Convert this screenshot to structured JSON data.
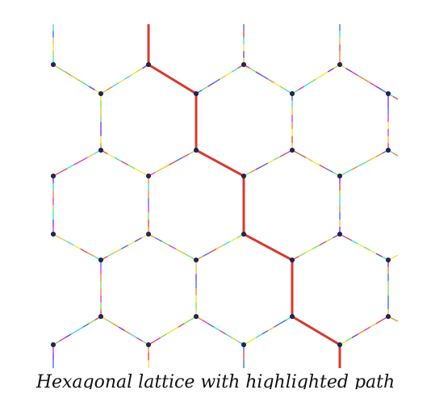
{
  "caption": "Hexagonal lattice with highlighted path",
  "colors": {
    "background": "#ffffff",
    "node": "#1f2a5c",
    "node_outline": "#0b1030",
    "highlight_path": "#d63a2f",
    "dash_palette": [
      "#e84a4a",
      "#f2c23a",
      "#e8ee3a",
      "#7ee35a",
      "#3ee0d8",
      "#4a6ff0",
      "#7a3ae8",
      "#e23ad0",
      "#f08a3a"
    ]
  },
  "lattice": {
    "type": "honeycomb",
    "edge_style": "multicolor-dashed",
    "highlighted_path": {
      "description": "Monotone staircase path crossing the lattice from top to bottom",
      "color": "#d63a2f"
    }
  }
}
